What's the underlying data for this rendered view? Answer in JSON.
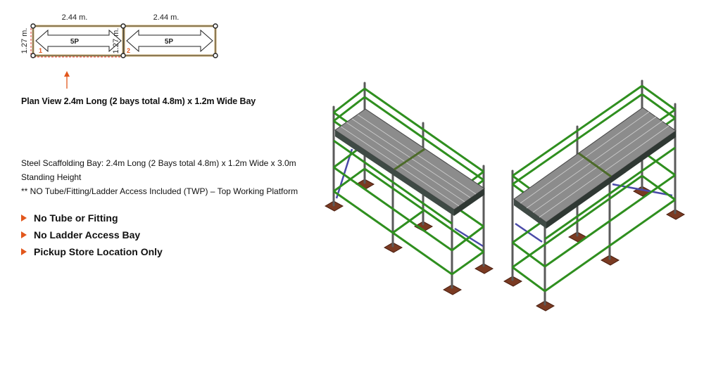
{
  "plan_view": {
    "dim_bay1": "2.44 m.",
    "dim_bay2": "2.44 m.",
    "dim_width_left": "1.27 m.",
    "dim_width_mid": "1.27 m.",
    "bay1_label": "5P",
    "bay2_label": "5P",
    "bay1_number": "1",
    "bay2_number": "2",
    "title": "Plan View 2.4m Long (2 bays total 4.8m) x 1.2m Wide Bay"
  },
  "description": {
    "line1": "Steel Scaffolding Bay: 2.4m Long (2 Bays total 4.8m) x 1.2m Wide x 3.0m",
    "line2": "Standing Height",
    "line3": "** NO Tube/Fitting/Ladder Access Included (TWP) – Top Working Platform"
  },
  "features": [
    "No Tube or Fitting",
    "No Ladder Access Bay",
    "Pickup Store Location Only"
  ],
  "colors": {
    "accent": "#e2571c",
    "plank_border": "#c9a96b",
    "scaffold_green": "#2f8f1f",
    "standard_grey": "#5a5a5a",
    "deck_grey": "#8c8c8c",
    "base_plate": "#7a3a22",
    "brace_blue": "#4a4aa8"
  }
}
